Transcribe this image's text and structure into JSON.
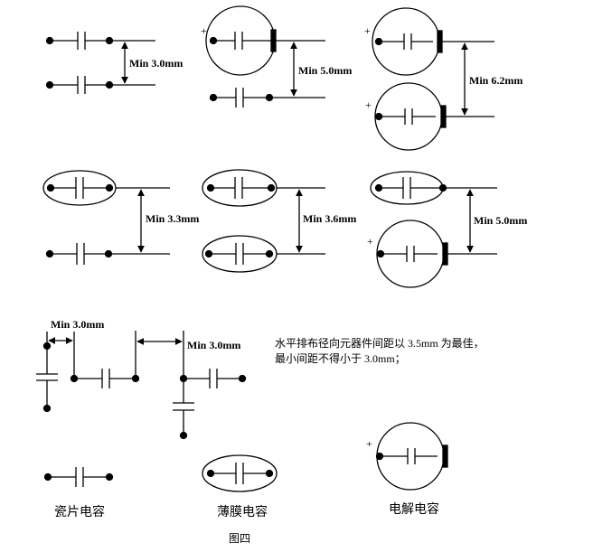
{
  "dimensions": {
    "row1_ceramic": "Min 3.0mm",
    "row1_mixed": "Min 5.0mm",
    "row1_electrolytic": "Min 6.2mm",
    "row2_film": "Min 3.3mm",
    "row2_film_pair": "Min 3.6mm",
    "row2_electrolytic": "Min 5.0mm",
    "row3_left": "Min 3.0mm",
    "row3_right": "Min 3.0mm"
  },
  "polarity_mark": "+",
  "note": {
    "line1": "水平排布径向元器件间距以 3.5mm 为最佳，",
    "line2": "最小间距不得小于 3.0mm；"
  },
  "legend": {
    "ceramic": "瓷片电容",
    "film": "薄膜电容",
    "electrolytic": "电解电容"
  },
  "figure_caption": "图四"
}
